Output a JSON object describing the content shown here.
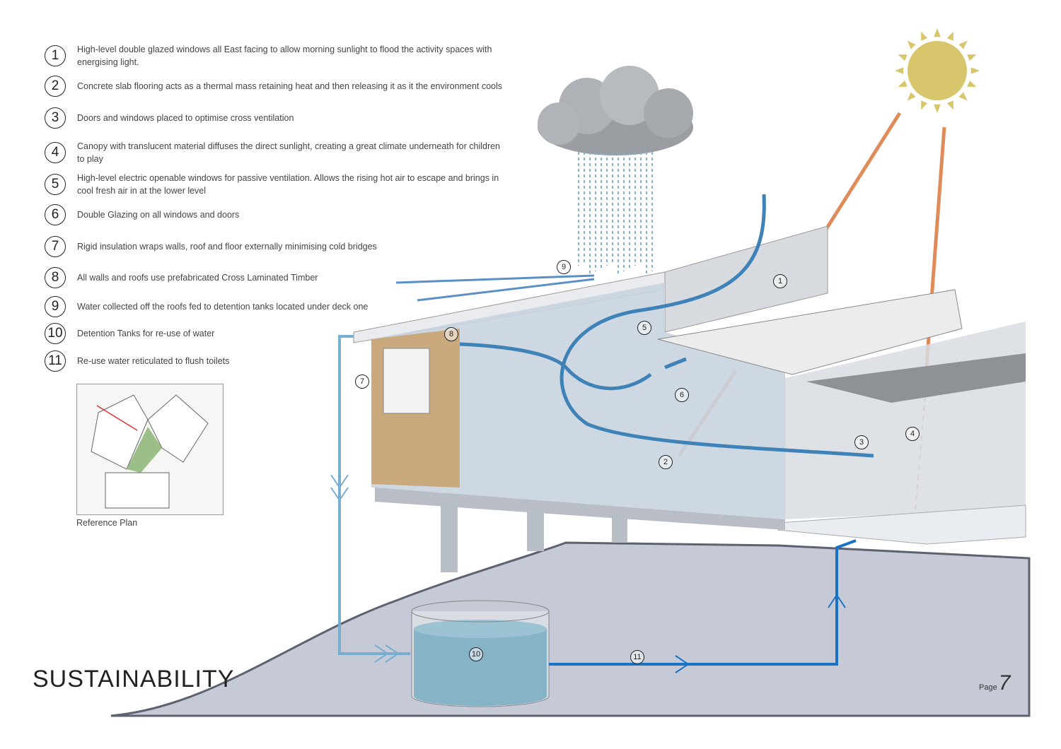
{
  "title": "SUSTAINABILITY",
  "page": {
    "label": "Page",
    "number": "7"
  },
  "legend": [
    {
      "n": "1",
      "text": "High-level double glazed windows all East facing to allow morning sunlight to flood the activity spaces with energising light."
    },
    {
      "n": "2",
      "text": "Concrete slab flooring acts as a thermal mass retaining heat and then releasing it as it the environment cools"
    },
    {
      "n": "3",
      "text": "Doors and windows placed to optimise cross ventilation"
    },
    {
      "n": "4",
      "text": "Canopy with translucent material diffuses the direct sunlight, creating a great climate underneath for children to play"
    },
    {
      "n": "5",
      "text": "High-level electric openable windows for passive ventilation. Allows the rising hot air to escape and brings in cool fresh air in at the lower level"
    },
    {
      "n": "6",
      "text": "Double Glazing on all windows and doors"
    },
    {
      "n": "7",
      "text": "Rigid insulation wraps walls, roof and floor externally minimising cold bridges"
    },
    {
      "n": "8",
      "text": "All walls and roofs use prefabricated Cross Laminated Timber"
    },
    {
      "n": "9",
      "text": "Water collected off the roofs fed to detention tanks located under deck one"
    },
    {
      "n": "10",
      "text": "Detention Tanks for re-use of water"
    },
    {
      "n": "11",
      "text": "Re-use water reticulated to flush toilets"
    }
  ],
  "reference_plan_label": "Reference Plan",
  "markers": [
    "1",
    "2",
    "3",
    "4",
    "5",
    "6",
    "7",
    "8",
    "9",
    "10",
    "11"
  ],
  "colors": {
    "sun": "#d8c66c",
    "sunlight": "#e08c5a",
    "air": "#3f82b8",
    "rainwater": "#78aed0",
    "reuse": "#1a72c4",
    "ground": "#c5cad6"
  }
}
